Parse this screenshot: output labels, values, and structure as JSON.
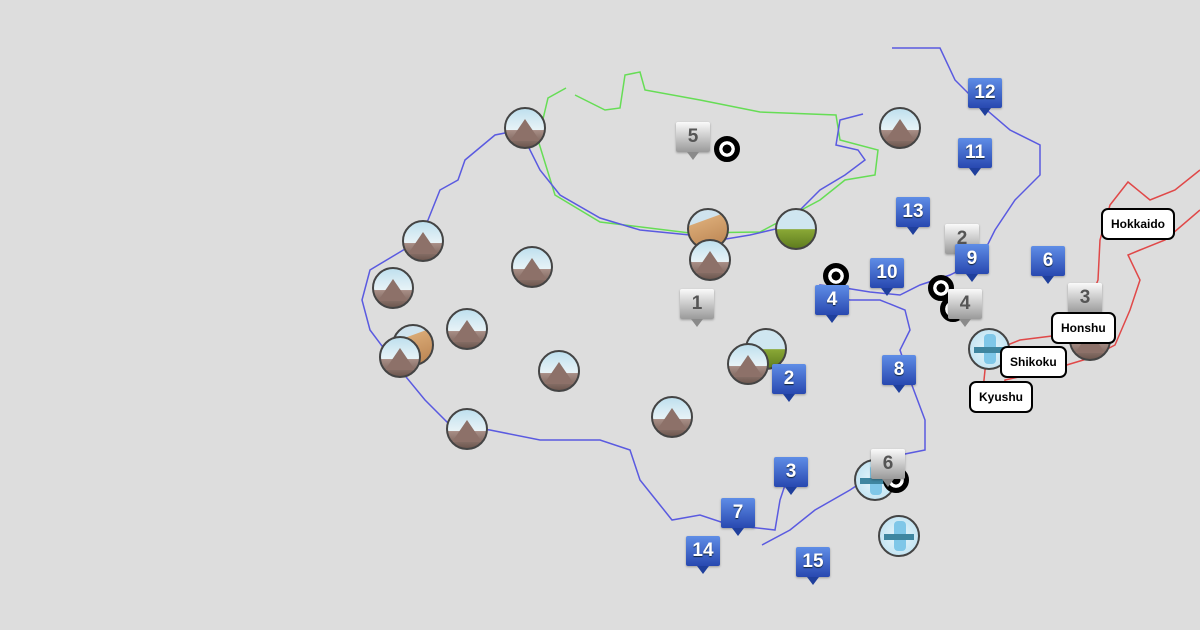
{
  "map": {
    "blue_markers": [
      "12",
      "11",
      "13",
      "10",
      "9",
      "6",
      "4",
      "8",
      "2",
      "3",
      "7",
      "14",
      "15"
    ],
    "gray_markers": [
      "5",
      "1",
      "2",
      "4",
      "3",
      "6"
    ],
    "region_labels": [
      "Hokkaido",
      "Honshu",
      "Shikoku",
      "Kyushu"
    ],
    "colors": {
      "route_blue": "#5a5ae0",
      "route_green": "#66dd55",
      "route_red": "#e04848",
      "marker_blue": "#2848b0"
    },
    "icons": [
      "mountain-icon",
      "desert-icon",
      "grassland-icon",
      "arrow-icon",
      "soccer-ball-icon"
    ]
  }
}
